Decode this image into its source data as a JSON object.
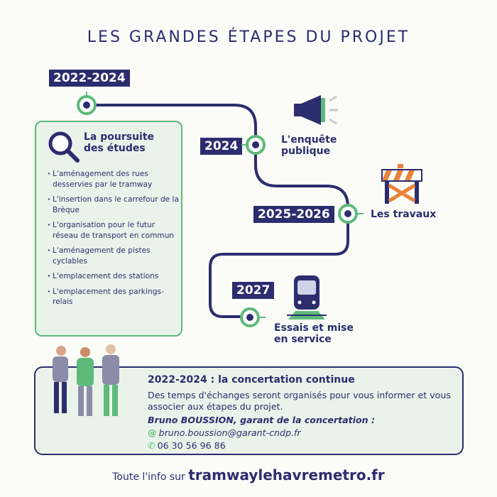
{
  "title": "LES GRANDES ÉTAPES DU PROJET",
  "milestones": [
    {
      "year": "2022-2024",
      "label": "La poursuite\ndes études"
    },
    {
      "year": "2024",
      "label": "L'enquête\npublique"
    },
    {
      "year": "2025-2026",
      "label": "Les travaux"
    },
    {
      "year": "2027",
      "label": "Essais et mise\nen service"
    }
  ],
  "studies": {
    "title_line1": "La poursuite",
    "title_line2": "des études",
    "items": [
      "L'aménagement des rues desservies par le tramway",
      "L'insertion dans le carrefour de la Brèque",
      "L'organisation pour le futur réseau de transport en commun",
      "L'aménagement de pistes cyclables",
      "L'emplacement des stations",
      "L'emplacement des parkings-relais"
    ]
  },
  "enquete": {
    "line1": "L'enquête",
    "line2": "publique"
  },
  "travaux": {
    "label": "Les travaux"
  },
  "essais": {
    "line1": "Essais et mise",
    "line2": "en service"
  },
  "concertation": {
    "title": "2022-2024 : la concertation continue",
    "body": "Des temps d'échanges seront organisés pour vous informer et vous associer aux étapes du projet.",
    "garant": "Bruno BOUSSION, garant de la concertation :",
    "email_icon": "@",
    "email": "bruno.boussion@garant-cndp.fr",
    "phone_icon": "phone-icon",
    "phone": "06 30 56 96 86"
  },
  "footer": {
    "prefix": "Toute l'info sur ",
    "site": "tramwaylehavremetro.fr"
  },
  "colors": {
    "navy": "#2b2d6e",
    "green": "#5dba7a",
    "light_green": "#eaf3ea",
    "orange": "#e9823a"
  }
}
